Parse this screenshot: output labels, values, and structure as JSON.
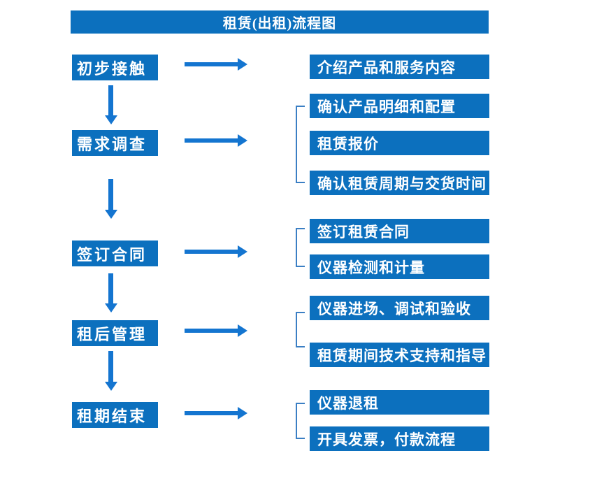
{
  "title": "租赁(出租)流程图",
  "colors": {
    "box_blue": "#0c70be",
    "arrow_blue": "#1475d0",
    "bracket_blue": "#3b7fc4",
    "text_white": "#ffffff",
    "background": "#ffffff"
  },
  "groups": [
    {
      "step": "初步接触",
      "details": [
        "介绍产品和服务内容"
      ]
    },
    {
      "step": "需求调查",
      "details": [
        "确认产品明细和配置",
        "租赁报价",
        "确认租赁周期与交货时间"
      ]
    },
    {
      "step": "签订合同",
      "details": [
        "签订租赁合同",
        "仪器检测和计量"
      ]
    },
    {
      "step": "租后管理",
      "details": [
        "仪器进场、调试和验收",
        "租赁期间技术支持和指导"
      ]
    },
    {
      "step": "租期结束",
      "details": [
        "仪器退租",
        "开具发票，付款流程"
      ]
    }
  ]
}
